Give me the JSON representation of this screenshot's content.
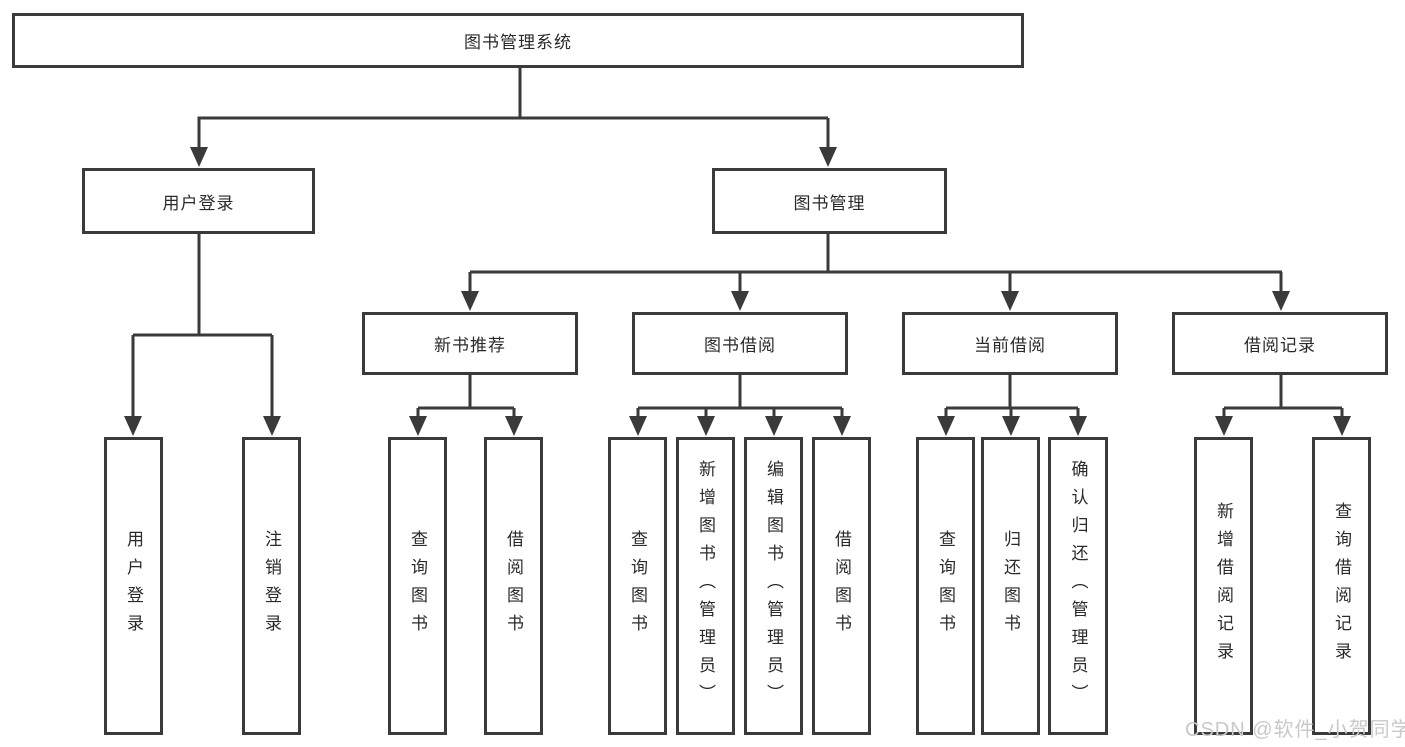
{
  "diagram": {
    "title": "图书管理系统",
    "colors": {
      "line": "#3a3a3a",
      "box_border": "#3a3a3a",
      "text": "#2a2a2a",
      "watermark": "#c9c9c9",
      "background": "#ffffff"
    }
  },
  "tree": {
    "label": "图书管理系统",
    "children": [
      {
        "label": "用户登录",
        "children": [
          {
            "label": "用户登录"
          },
          {
            "label": "注销登录"
          }
        ]
      },
      {
        "label": "图书管理",
        "children": [
          {
            "label": "新书推荐",
            "children": [
              {
                "label": "查询图书"
              },
              {
                "label": "借阅图书"
              }
            ]
          },
          {
            "label": "图书借阅",
            "children": [
              {
                "label": "查询图书"
              },
              {
                "label": "新增图书（管理员）"
              },
              {
                "label": "编辑图书（管理员）"
              },
              {
                "label": "借阅图书"
              }
            ]
          },
          {
            "label": "当前借阅",
            "children": [
              {
                "label": "查询图书"
              },
              {
                "label": "归还图书"
              },
              {
                "label": "确认归还（管理员）"
              }
            ]
          },
          {
            "label": "借阅记录",
            "children": [
              {
                "label": "新增借阅记录"
              },
              {
                "label": "查询借阅记录"
              }
            ]
          }
        ]
      }
    ]
  },
  "watermark": {
    "text": "CSDN @软件_小贺同学"
  }
}
